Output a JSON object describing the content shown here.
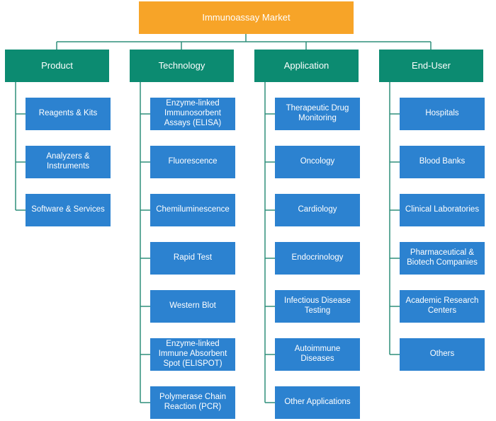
{
  "root": {
    "label": "Immunoassay Market"
  },
  "colors": {
    "root": "#f7a428",
    "category": "#0c8b71",
    "leaf": "#2c82d0",
    "connector": "#2f8f7a"
  },
  "categories": [
    {
      "label": "Product",
      "items": [
        "Reagents & Kits",
        "Analyzers &\nInstruments",
        "Software & Services"
      ]
    },
    {
      "label": "Technology",
      "items": [
        "Enzyme-linked\nImmunosorbent\nAssays (ELISA)",
        "Fluorescence",
        "Chemiluminescence",
        "Rapid Test",
        "Western Blot",
        "Enzyme-linked\nImmune Absorbent\nSpot (ELISPOT)",
        "Polymerase Chain\nReaction (PCR)"
      ]
    },
    {
      "label": "Application",
      "items": [
        "Therapeutic Drug\nMonitoring",
        "Oncology",
        "Cardiology",
        "Endocrinology",
        "Infectious Disease\nTesting",
        "Autoimmune\nDiseases",
        "Other Applications"
      ]
    },
    {
      "label": "End-User",
      "items": [
        "Hospitals",
        "Blood Banks",
        "Clinical Laboratories",
        "Pharmaceutical &\nBiotech Companies",
        "Academic Research\nCenters",
        "Others"
      ]
    }
  ]
}
